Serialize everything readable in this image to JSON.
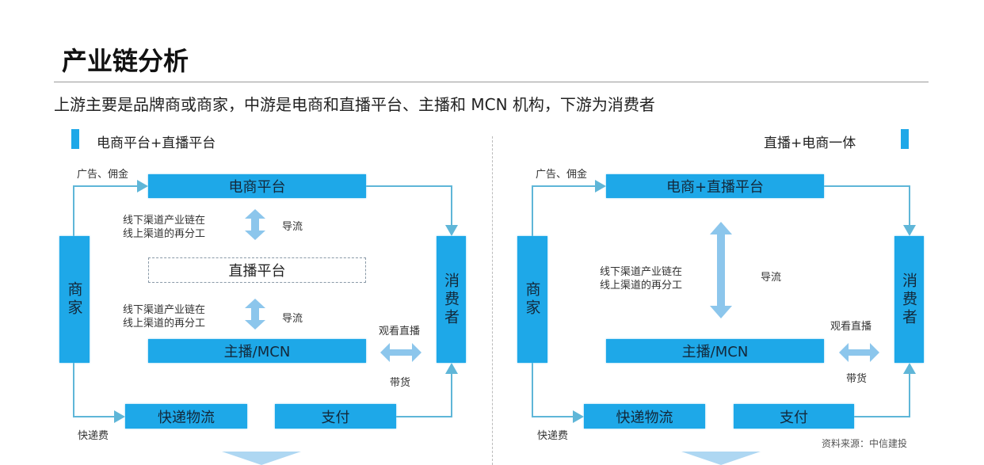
{
  "header": {
    "title": "产业链分析",
    "subtitle": "上游主要是品牌商或商家，中游是电商和直播平台、主播和 MCN 机构，下游为消费者"
  },
  "left": {
    "section_label": "电商平台+直播平台",
    "ad_label": "广告、佣金",
    "ecommerce_box": "电商平台",
    "live_platform_box": "直播平台",
    "anchor_box": "主播/MCN",
    "merchant_box": "商家",
    "consumer_box": "消费者",
    "division_text_1": "线下渠道产业链在",
    "division_text_2": "线上渠道的再分工",
    "flow_label": "导流",
    "watch_label": "观看直播",
    "sell_label": "带货",
    "logistics_box": "快递物流",
    "payment_box": "支付",
    "fee_label": "快递费"
  },
  "right": {
    "section_label": "直播+电商一体",
    "ad_label": "广告、佣金",
    "platform_box": "电商+直播平台",
    "anchor_box": "主播/MCN",
    "merchant_box": "商家",
    "consumer_box": "消费者",
    "division_text_1": "线下渠道产业链在",
    "division_text_2": "线上渠道的再分工",
    "flow_label": "导流",
    "watch_label": "观看直播",
    "sell_label": "带货",
    "logistics_box": "快递物流",
    "payment_box": "支付",
    "fee_label": "快递费",
    "source": "资料来源：中信建投"
  },
  "colors": {
    "box": "#1ea8e8",
    "line": "#5fb6d8",
    "arrow": "#8cc6ec"
  }
}
